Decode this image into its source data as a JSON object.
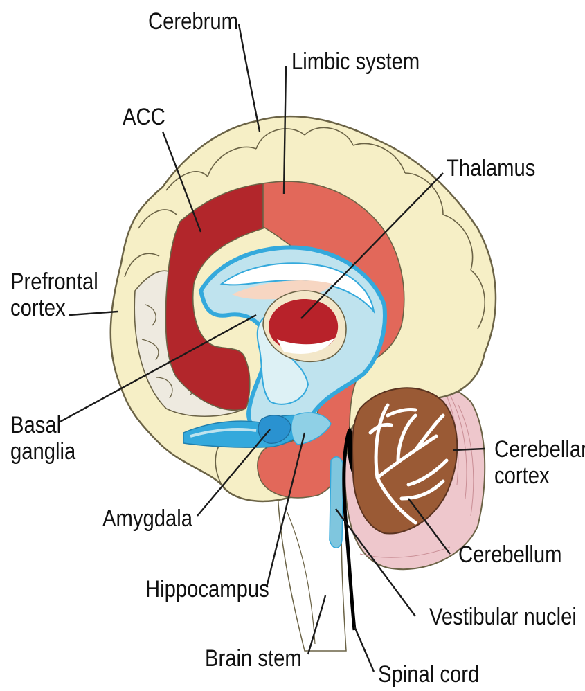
{
  "labels": {
    "cerebrum": "Cerebrum",
    "limbic_system": "Limbic system",
    "acc": "ACC",
    "thalamus": "Thalamus",
    "prefrontal_cortex": "Prefrontal\ncortex",
    "basal_ganglia": "Basal\nganglia",
    "cerebellar_cortex": "Cerebellar\ncortex",
    "amygdala": "Amygdala",
    "cerebellum": "Cerebellum",
    "hippocampus": "Hippocampus",
    "vestibular_nuclei": "Vestibular nuclei",
    "brain_stem": "Brain stem",
    "spinal_cord": "Spinal cord"
  },
  "colors": {
    "cortex": "#f6efc6",
    "cortex_outline": "#6b6346",
    "acc": "#b2262b",
    "limbic": "#e2685a",
    "ventricle": "#34a9dc",
    "ventricle_light": "#bfe3ee",
    "thalamus": "#b8222a",
    "cerebellum": "#9a5a35",
    "cerebellar_cortex": "#eec7cc",
    "prefrontal_gray": "#eeeae0"
  }
}
